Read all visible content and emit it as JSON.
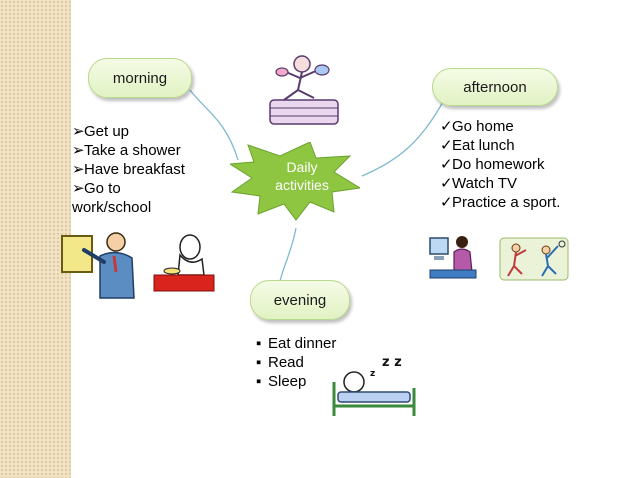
{
  "center": {
    "line1": "Daily",
    "line2": "activities"
  },
  "nodes": {
    "morning": "morning",
    "afternoon": "afternoon",
    "evening": "evening"
  },
  "morning_items": [
    "Get up",
    "Take a shower",
    "Have breakfast",
    "Go to work/school"
  ],
  "afternoon_items": [
    "Go home",
    "Eat lunch",
    "Do homework",
    "Watch TV",
    "Practice a sport."
  ],
  "evening_items": [
    "Eat dinner",
    "Read",
    "Sleep"
  ],
  "icons": {
    "morning_bullet": "arrowhead-bullet",
    "afternoon_bullet": "checkmark-bullet",
    "evening_bullet": "square-bullet"
  },
  "colors": {
    "star_fill": "#8ec642",
    "pill_fill": "#e6f4cf",
    "pill_border": "#b9d98d",
    "connector": "#7fb9cf",
    "sidebar": "#f1e2c4"
  }
}
